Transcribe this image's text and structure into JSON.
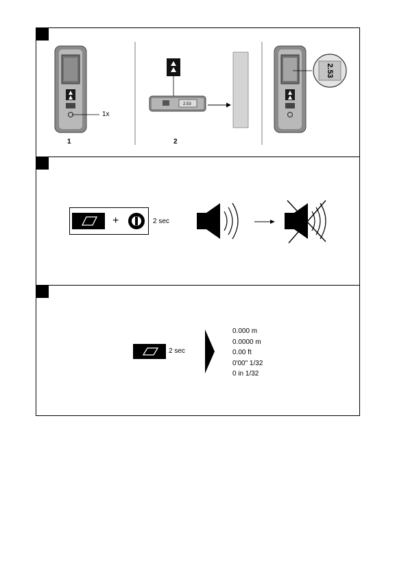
{
  "panel1": {
    "step_labels": [
      "1",
      "2"
    ],
    "press_label": "1x",
    "display_reading": "2.53"
  },
  "panel2": {
    "duration_label": "2 sec",
    "plus_sign": "+",
    "icons": [
      "measure-key-icon",
      "power-key-icon",
      "speaker-on-icon",
      "arrow-right-icon",
      "speaker-off-icon"
    ]
  },
  "panel3": {
    "duration_label": "2 sec",
    "units": [
      "0.000 m",
      "0.0000 m",
      "0.00 ft",
      "0'00\" 1/32",
      "0 in 1/32"
    ],
    "icons": [
      "measure-key-icon",
      "arrow-chevron-icon"
    ]
  }
}
